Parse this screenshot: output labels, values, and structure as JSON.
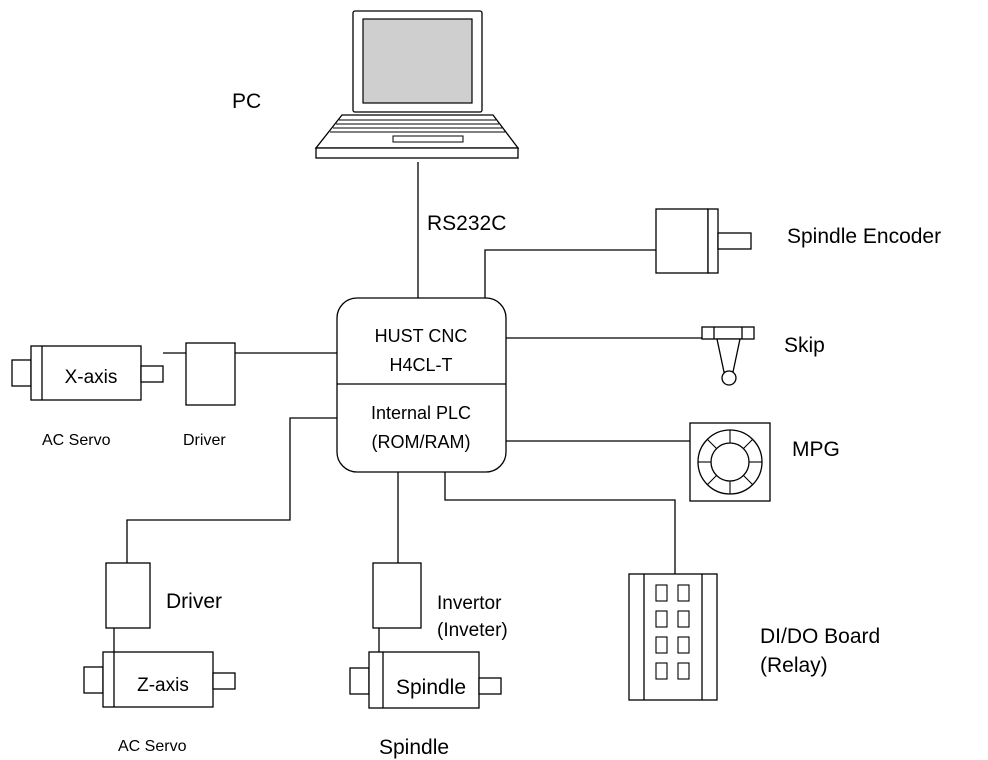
{
  "labels": {
    "pc": "PC",
    "rs232c": "RS232C",
    "spindle_encoder": "Spindle Encoder",
    "skip": "Skip",
    "mpg": "MPG",
    "di_do_board_line1": "DI/DO Board",
    "di_do_board_line2": "(Relay)",
    "controller_line1": "HUST CNC",
    "controller_line2": "H4CL-T",
    "plc_line1": "Internal PLC",
    "plc_line2": "(ROM/RAM)",
    "x_axis": "X-axis",
    "x_servo": "AC Servo",
    "x_driver": "Driver",
    "z_driver": "Driver",
    "z_axis": "Z-axis",
    "z_servo": "AC Servo",
    "invertor_line1": "Invertor",
    "invertor_line2": "(Inveter)",
    "spindle_motor": "Spindle",
    "spindle_caption": "Spindle"
  }
}
